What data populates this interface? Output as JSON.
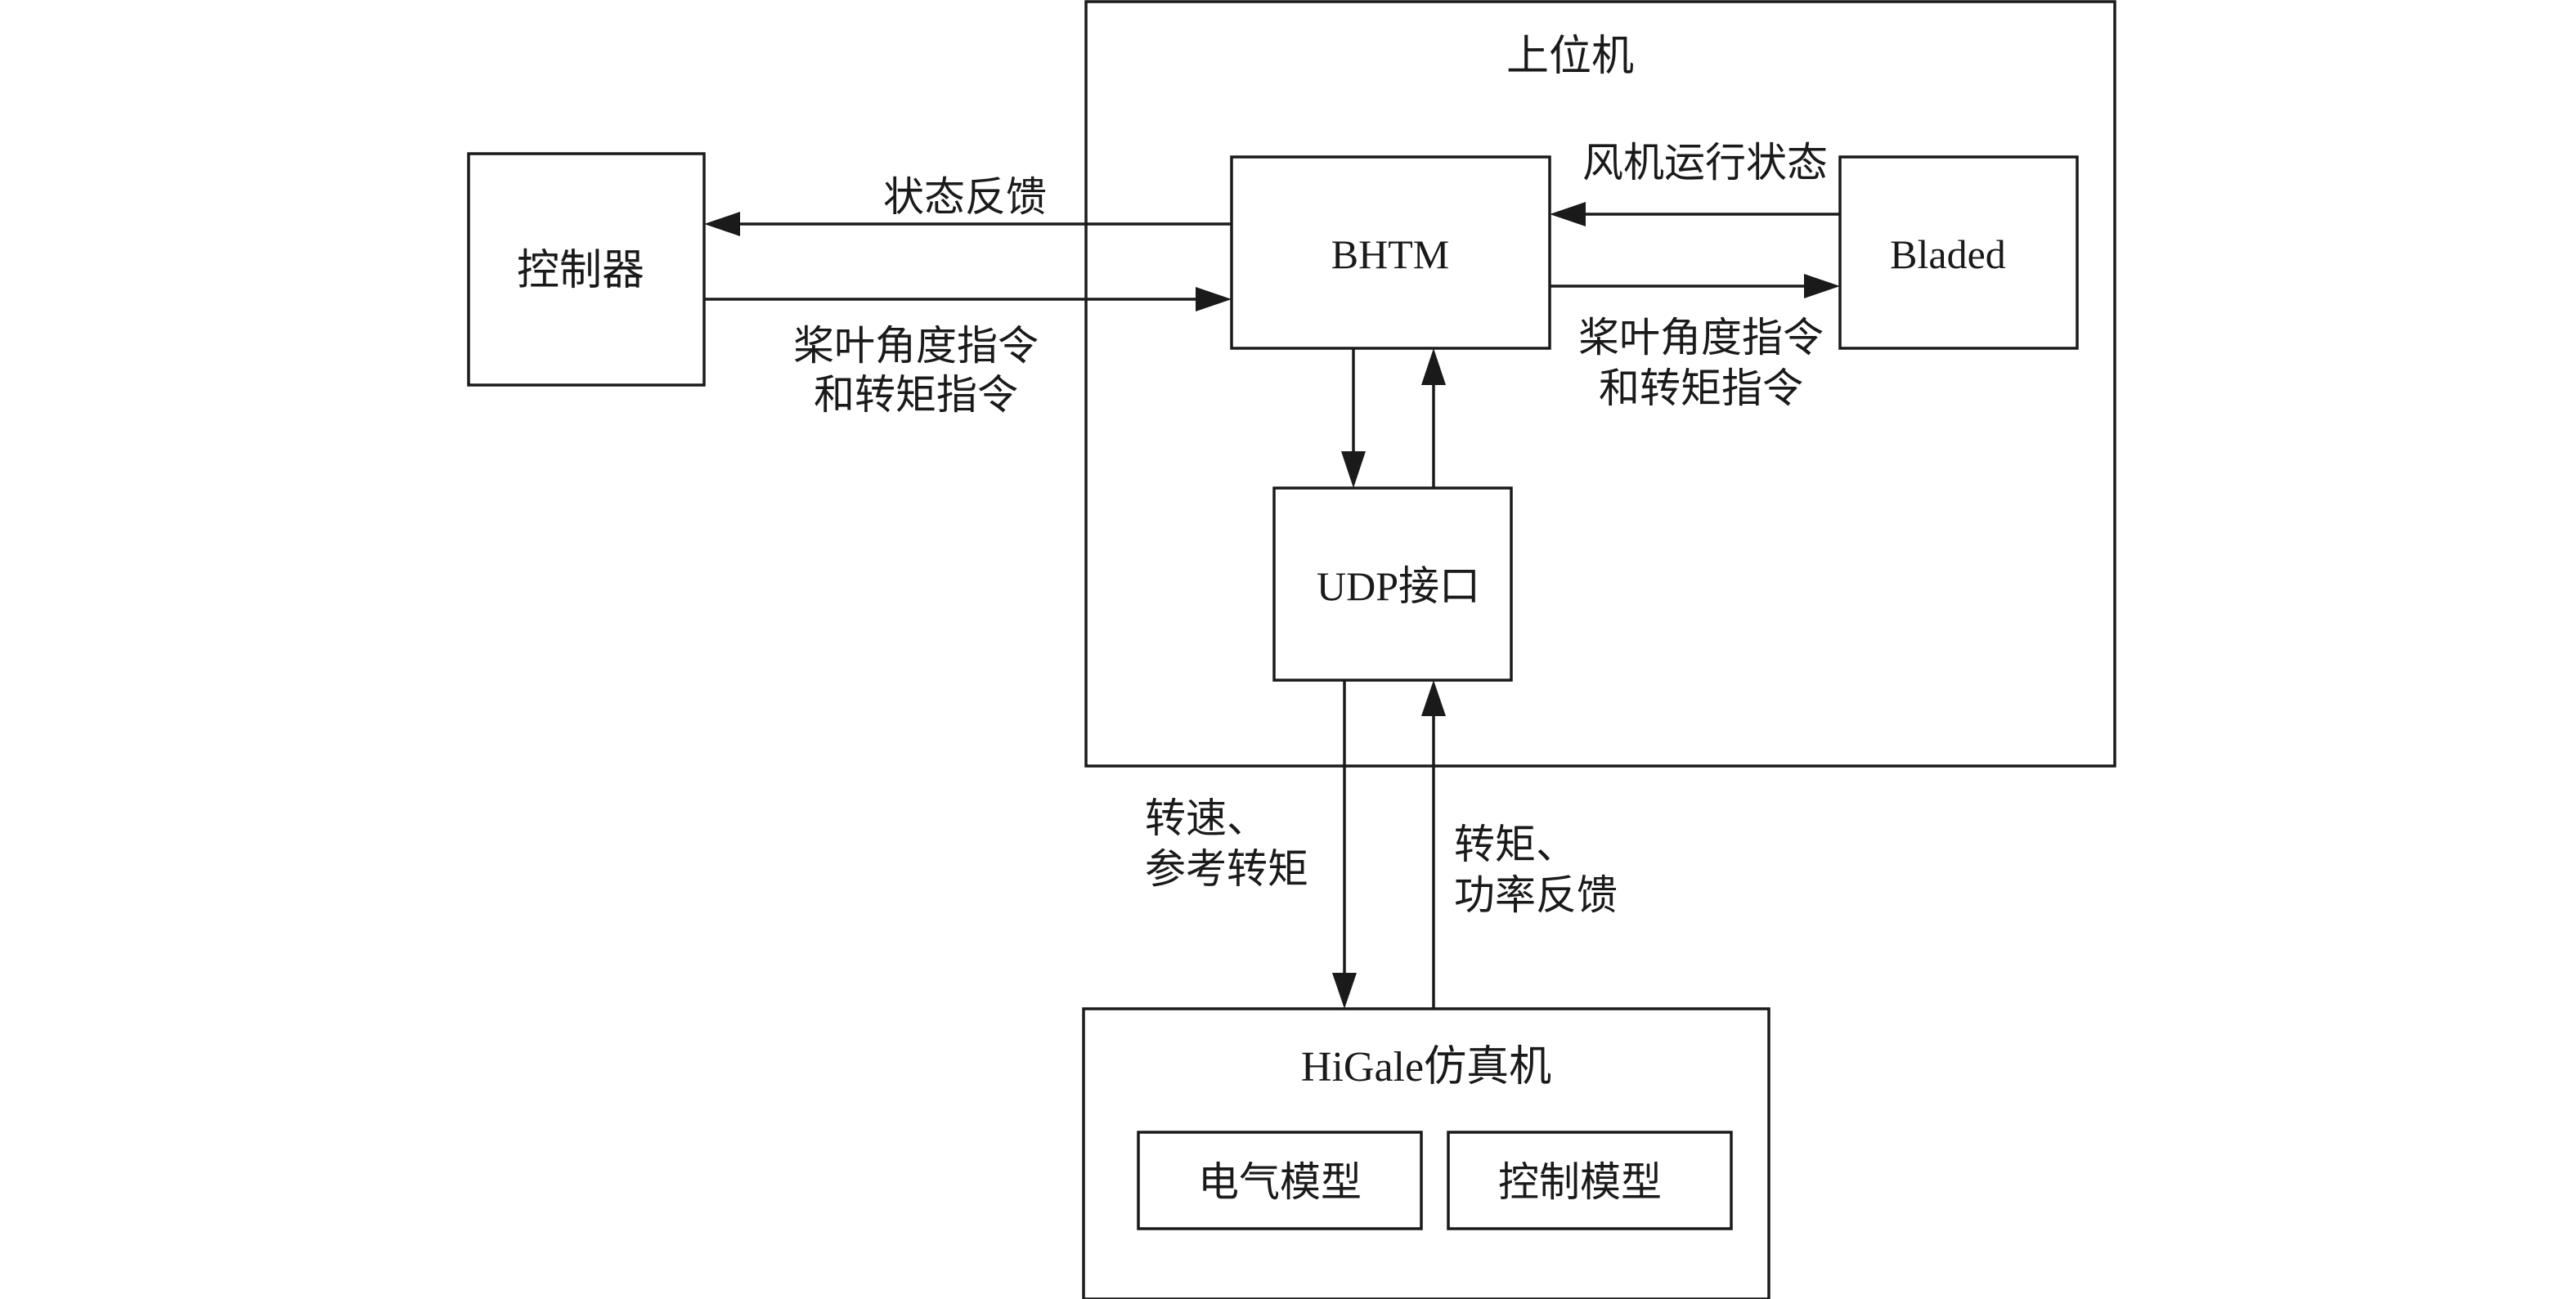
{
  "nodes": {
    "host_pc": "上位机",
    "controller": "控制器",
    "bhtm": "BHTM",
    "bladed": "Bladed",
    "udp": "UDP接口",
    "higale": "HiGale仿真机",
    "electrical_model": "电气模型",
    "control_model": "控制模型"
  },
  "edges": {
    "status_feedback": "状态反馈",
    "pitch_torque_cmd_left": [
      "桨叶角度指令",
      "和转矩指令"
    ],
    "turbine_state": "风机运行状态",
    "pitch_torque_cmd_right": [
      "桨叶角度指令",
      "和转矩指令"
    ],
    "speed_ref_torque": [
      "转速、",
      "参考转矩"
    ],
    "torque_power_feedback": [
      "转矩、",
      "功率反馈"
    ]
  },
  "colors": {
    "stroke": "#1a1a1a",
    "background": "#ffffff"
  }
}
